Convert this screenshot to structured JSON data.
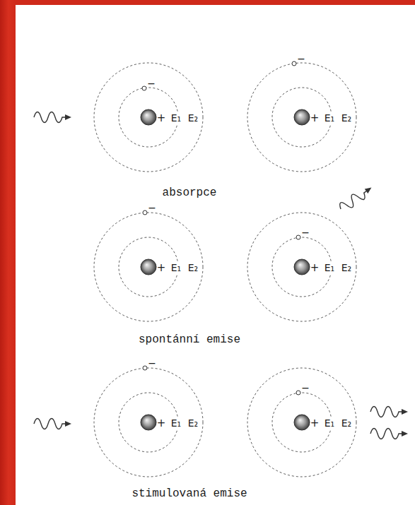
{
  "diagram": {
    "labels": [
      "−",
      "+",
      "E₁",
      "E₂",
      "−",
      "+",
      "E₁",
      "E₂",
      "absorpce",
      "−",
      "+",
      "E₁",
      "E₂",
      "−",
      "+",
      "E₁",
      "E₂",
      "spontánní emise",
      "−",
      "+",
      "E₁",
      "E₂",
      "−",
      "+",
      "E₁",
      "E₂",
      "stimulovaná emise"
    ]
  }
}
